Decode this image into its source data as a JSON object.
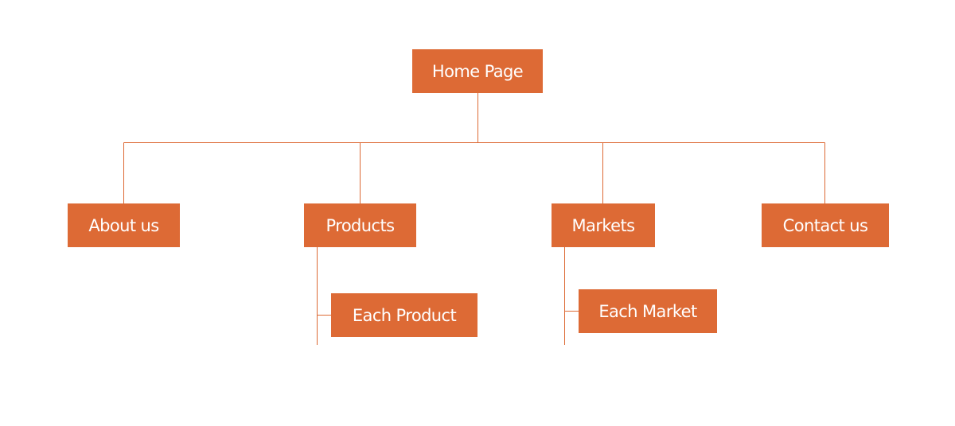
{
  "diagram": {
    "accent_color": "#dd6a35",
    "text_color": "#ffffff",
    "root": {
      "label": "Home Page"
    },
    "sections": [
      {
        "label": "About us"
      },
      {
        "label": "Products",
        "child": {
          "label": "Each Product"
        }
      },
      {
        "label": "Markets",
        "child": {
          "label": "Each Market"
        }
      },
      {
        "label": "Contact us"
      }
    ]
  }
}
